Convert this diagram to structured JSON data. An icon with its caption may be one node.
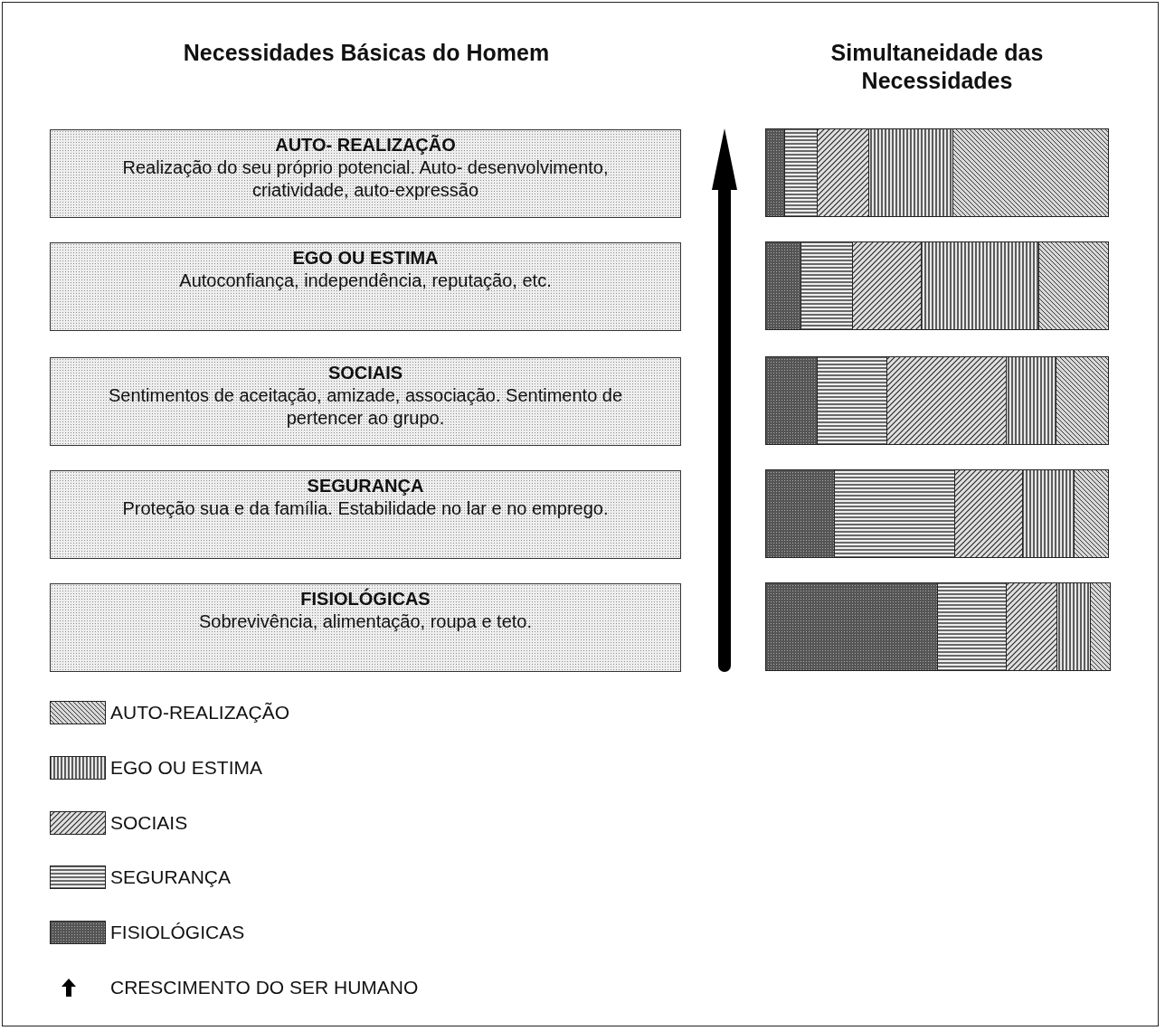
{
  "diagram": {
    "nodes": [
      {
        "text": [
          "AUTO- REALIZAÇÃO",
          "Realização do seu próprio potencial. Auto- desenvolvimento, criatividade, auto-expressão"
        ]
      },
      {
        "text": [
          "EGO OU ESTIMA",
          "Autoconfiança, independência, reputação, etc."
        ]
      },
      {
        "text": [
          "SOCIAIS",
          "Sentimentos de aceitação, amizade, associação. Sentimento de pertencer ao grupo."
        ]
      },
      {
        "text": [
          "SEGURANÇA",
          "Proteção sua e da família. Estabilidade no lar e no emprego."
        ]
      },
      {
        "text": [
          "FISIOLÓGICAS",
          "Sobrevivência, alimentação, roupa e teto."
        ]
      }
    ],
    "edges": [],
    "labels": [
      "Necessidades Básicas do Homem",
      "Simultaneidade das Necessidades"
    ],
    "legend": [
      {
        "text": "AUTO-REALIZAÇÃO"
      },
      {
        "text": "EGO OU ESTIMA"
      },
      {
        "text": "SOCIAIS"
      },
      {
        "text": "SEGURANÇA"
      },
      {
        "text": "FISIOLÓGICAS"
      },
      {
        "text": "CRESCIMENTO DO SER HUMANO"
      }
    ]
  }
}
